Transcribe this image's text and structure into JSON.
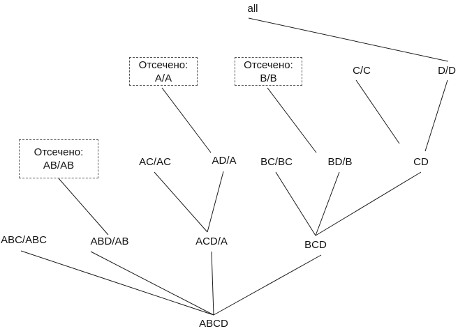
{
  "diagram": {
    "type": "tree",
    "pruned_prefix": "Отсечено:",
    "nodes": {
      "all": "all",
      "pruned_a": "A/A",
      "pruned_b": "B/B",
      "c": "C/C",
      "d": "D/D",
      "pruned_ab": "AB/AB",
      "ac": "AC/AC",
      "ad": "AD/A",
      "bc": "BC/BC",
      "bd": "BD/B",
      "cd": "CD",
      "abc": "ABC/ABC",
      "abd": "ABD/AB",
      "acd": "ACD/A",
      "bcd": "BCD",
      "abcd": "ABCD"
    },
    "edges": [
      [
        "all",
        "d"
      ],
      [
        "pruned_a",
        "ad"
      ],
      [
        "pruned_b",
        "bd"
      ],
      [
        "c",
        "cd"
      ],
      [
        "d",
        "cd"
      ],
      [
        "pruned_ab",
        "abd"
      ],
      [
        "ac",
        "acd"
      ],
      [
        "ad",
        "acd"
      ],
      [
        "bc",
        "bcd"
      ],
      [
        "bd",
        "bcd"
      ],
      [
        "cd",
        "bcd"
      ],
      [
        "abc",
        "abcd"
      ],
      [
        "abd",
        "abcd"
      ],
      [
        "acd",
        "abcd"
      ],
      [
        "bcd",
        "abcd"
      ]
    ]
  }
}
